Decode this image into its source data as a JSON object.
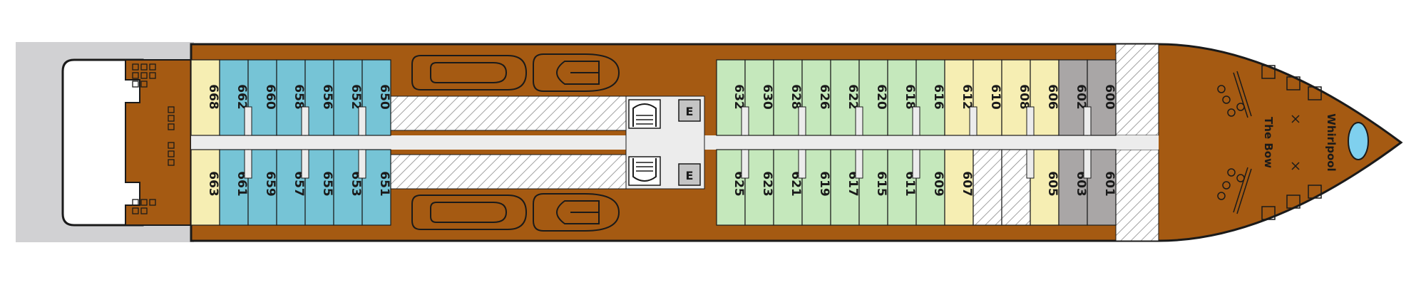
{
  "colors": {
    "wood": "#a55a12",
    "wood_dark": "#7a4008",
    "outline": "#1a1a1a",
    "deck_grey": "#d1d1d3",
    "corridor": "#ececec",
    "blue": "#76c4d6",
    "green": "#c5e8bc",
    "yellow": "#f6eeb3",
    "grey": "#a9a6a6",
    "pool": "#7fd0ee"
  },
  "cabins": {
    "aft_top": [
      {
        "label": "668",
        "cat": "yellow"
      },
      {
        "label": "662",
        "cat": "blue"
      },
      {
        "label": "660",
        "cat": "blue"
      },
      {
        "label": "658",
        "cat": "blue"
      },
      {
        "label": "656",
        "cat": "blue"
      },
      {
        "label": "652",
        "cat": "blue"
      },
      {
        "label": "650",
        "cat": "blue"
      }
    ],
    "aft_bottom": [
      {
        "label": "663",
        "cat": "yellow"
      },
      {
        "label": "661",
        "cat": "blue"
      },
      {
        "label": "659",
        "cat": "blue"
      },
      {
        "label": "657",
        "cat": "blue"
      },
      {
        "label": "655",
        "cat": "blue"
      },
      {
        "label": "653",
        "cat": "blue"
      },
      {
        "label": "651",
        "cat": "blue"
      }
    ],
    "fwd_top": [
      {
        "label": "632",
        "cat": "green"
      },
      {
        "label": "630",
        "cat": "green"
      },
      {
        "label": "628",
        "cat": "green"
      },
      {
        "label": "626",
        "cat": "green"
      },
      {
        "label": "622",
        "cat": "green"
      },
      {
        "label": "620",
        "cat": "green"
      },
      {
        "label": "618",
        "cat": "green"
      },
      {
        "label": "616",
        "cat": "green"
      },
      {
        "label": "612",
        "cat": "yellow"
      },
      {
        "label": "610",
        "cat": "yellow"
      },
      {
        "label": "608",
        "cat": "yellow"
      },
      {
        "label": "606",
        "cat": "yellow"
      },
      {
        "label": "602",
        "cat": "grey"
      },
      {
        "label": "600",
        "cat": "grey"
      }
    ],
    "fwd_bottom": [
      {
        "label": "625",
        "cat": "green"
      },
      {
        "label": "623",
        "cat": "green"
      },
      {
        "label": "621",
        "cat": "green"
      },
      {
        "label": "619",
        "cat": "green"
      },
      {
        "label": "617",
        "cat": "green"
      },
      {
        "label": "615",
        "cat": "green"
      },
      {
        "label": "611",
        "cat": "green"
      },
      {
        "label": "609",
        "cat": "green"
      },
      {
        "label": "607",
        "cat": "yellow"
      },
      {
        "label": "",
        "cat": "hatch"
      },
      {
        "label": "",
        "cat": "hatch"
      },
      {
        "label": "605",
        "cat": "yellow"
      },
      {
        "label": "603",
        "cat": "grey"
      },
      {
        "label": "601",
        "cat": "grey"
      }
    ]
  },
  "elevators": [
    "E",
    "E"
  ],
  "features": {
    "bow_label": "The Bow",
    "whirlpool_label": "Whirlpool"
  }
}
